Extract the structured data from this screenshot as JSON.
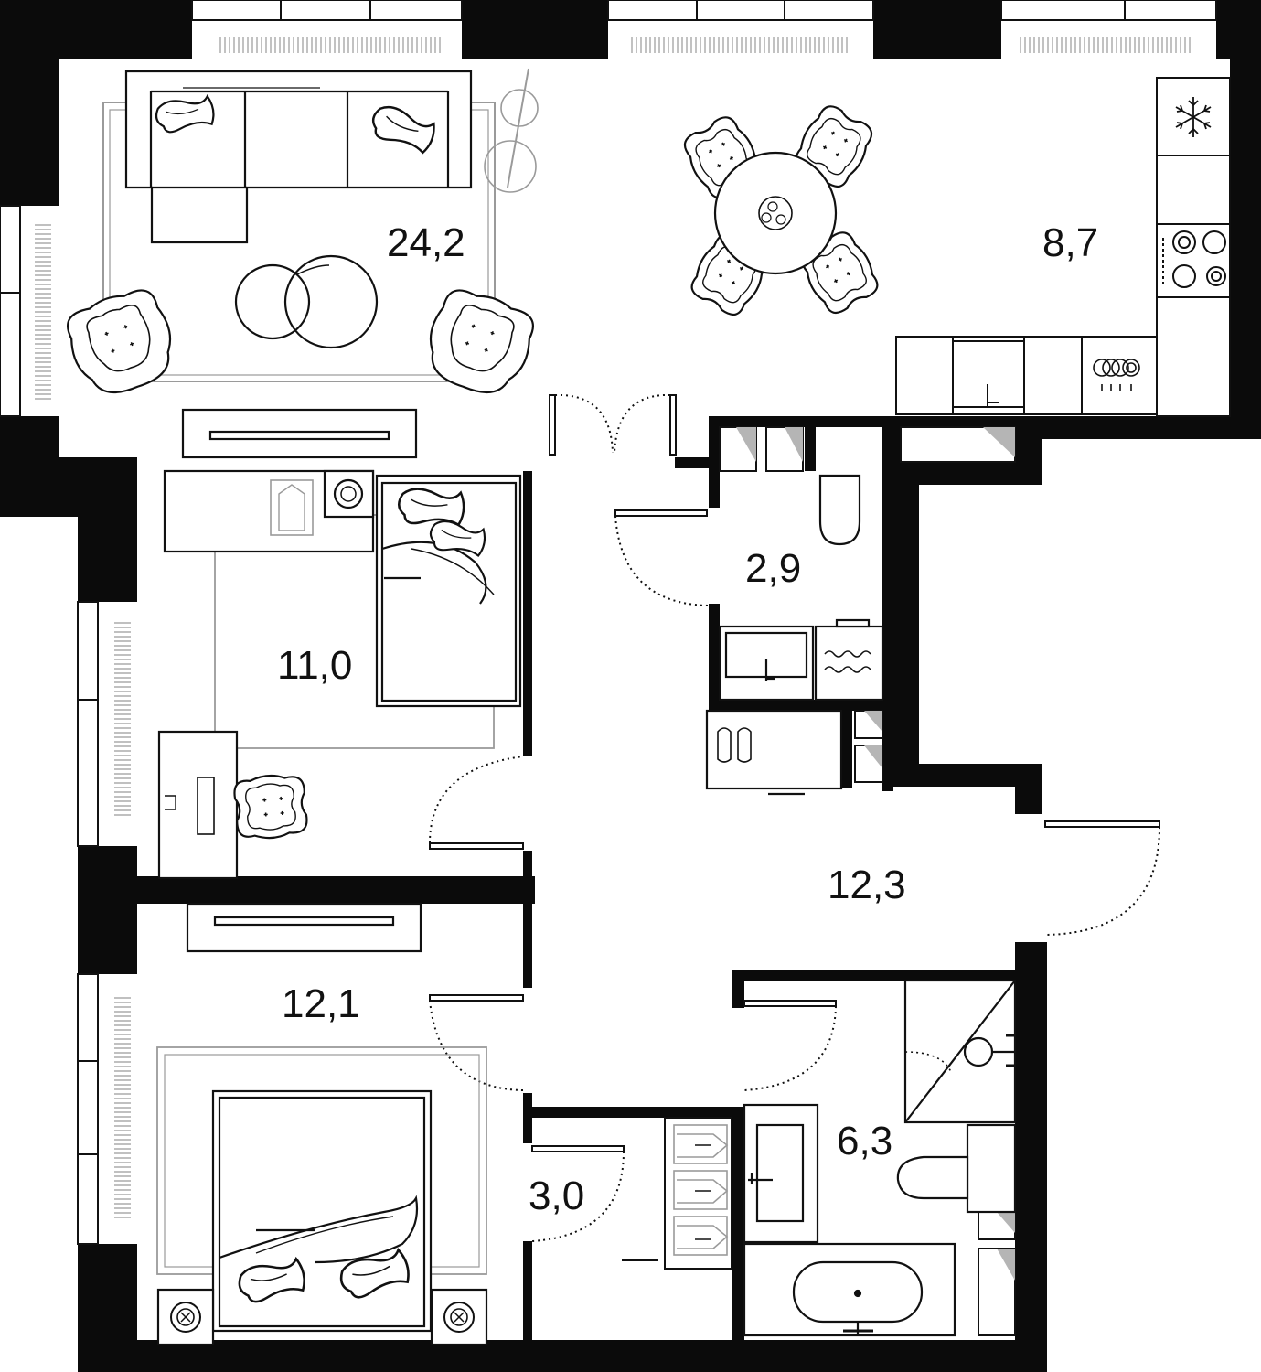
{
  "plan": {
    "rooms": [
      {
        "id": "living",
        "area": "24,2"
      },
      {
        "id": "kitchen",
        "area": "8,7"
      },
      {
        "id": "bathroom-small",
        "area": "2,9"
      },
      {
        "id": "bedroom-top",
        "area": "11,0"
      },
      {
        "id": "hall",
        "area": "12,3"
      },
      {
        "id": "bedroom-bottom",
        "area": "12,1"
      },
      {
        "id": "wardrobe",
        "area": "3,0"
      },
      {
        "id": "bathroom-large",
        "area": "6,3"
      }
    ]
  },
  "colors": {
    "wall": "#0b0b0b",
    "line": "#111111",
    "faint": "#9a9a9a",
    "background": "#ffffff"
  }
}
